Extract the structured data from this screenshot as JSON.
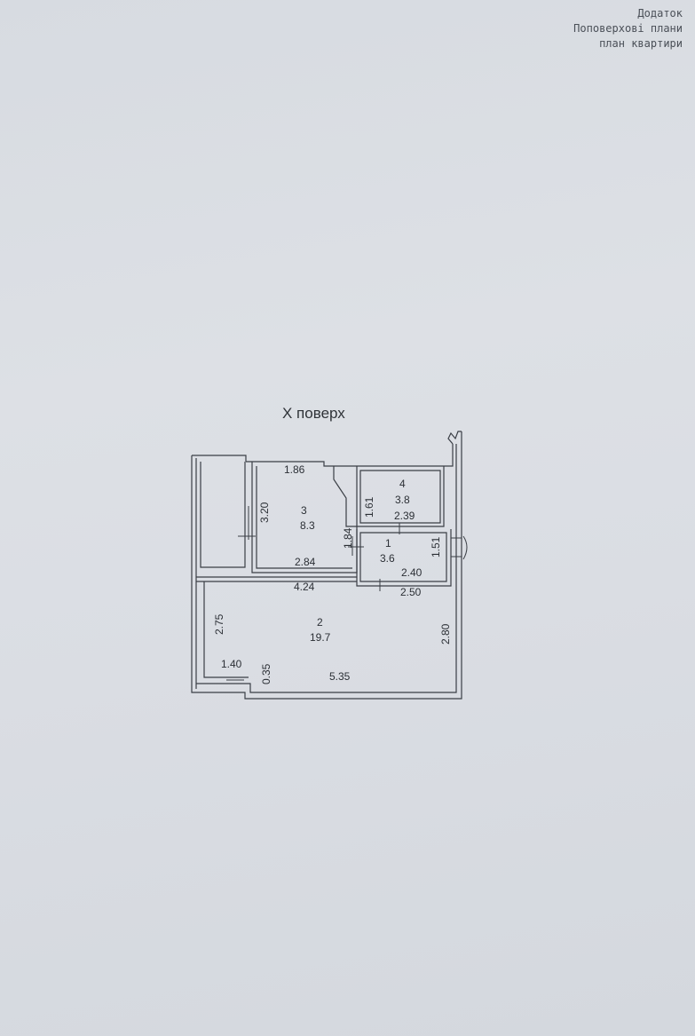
{
  "header": {
    "line1": "Додаток",
    "line2": "Поповерхові плани",
    "line3": "план квартири"
  },
  "floor_title": "X поверх",
  "rooms": [
    {
      "number": "1",
      "area": "3.6"
    },
    {
      "number": "2",
      "area": "19.7"
    },
    {
      "number": "3",
      "area": "8.3"
    },
    {
      "number": "4",
      "area": "3.8"
    }
  ],
  "dimensions": {
    "room3_top": "1.86",
    "room3_left": "3.20",
    "room3_bottom": "2.84",
    "room3_right": "1.84",
    "room4_left": "1.61",
    "room4_bottom": "2.39",
    "room1_width": "2.40",
    "room1_right": "1.51",
    "room1_bottom": "2.50",
    "room2_top": "4.24",
    "room2_left": "2.75",
    "room2_right": "2.80",
    "room2_bottom": "5.35",
    "balcony_width": "1.40",
    "step": "0.35"
  }
}
